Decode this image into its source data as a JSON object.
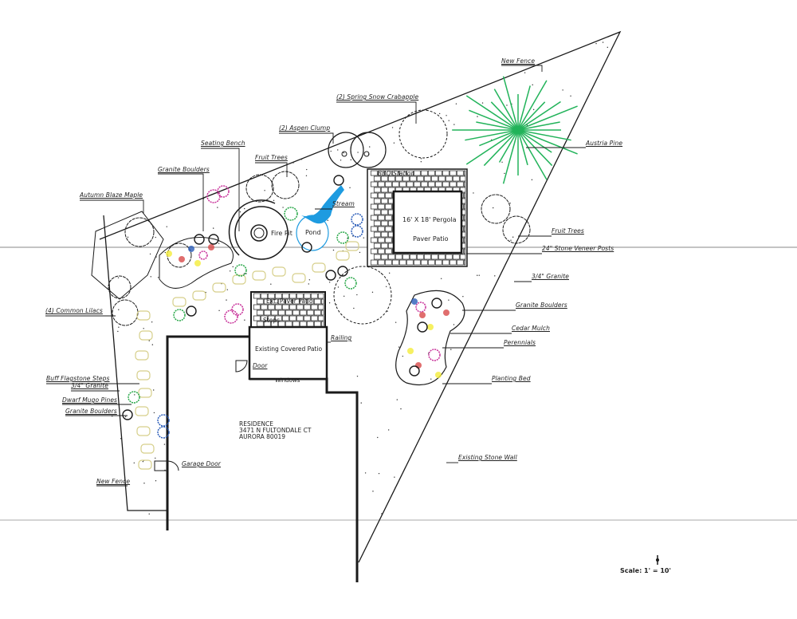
{
  "labels": {
    "new_fence_top": "New Fence",
    "crabapple": "(2) Spring Snow Crabapple",
    "aspen": "(2) Aspen Clump",
    "seating_bench": "Seating Bench",
    "fruit_trees_left": "Fruit Trees",
    "granite_boulders_top": "Granite Boulders",
    "autumn_maple": "Autumn Blaze Maple",
    "bbq": "BBQ Station",
    "stream": "Stream",
    "pergola": "16' X 18' Pergola",
    "paver_patio": "Paver Patio",
    "fire_pit": "Fire Pit",
    "pond": "Pond",
    "austria_pine": "Austria Pine",
    "fruit_trees_right": "Fruit Trees",
    "stone_posts": "24\" Stone Veneer Posts",
    "granite_right": "3/4\" Granite",
    "granite_boulders_right": "Granite Boulders",
    "cedar_mulch": "Cedar Mulch",
    "perennials": "Perennials",
    "planting_bed": "Planting Bed",
    "stone_wall": "Existing Stone Wall",
    "lilacs": "(4) Common Lilacs",
    "ext_paver_patio": "Ext. Paver Patio",
    "steps": "Steps",
    "railing": "Railing",
    "covered_patio": "Existing Covered Patio",
    "door": "Door",
    "windows": "Windows",
    "flagstone": "Buff Flagstone Steps",
    "granite_left": "3/4\" Granite",
    "mugo": "Dwarf Mugo Pines",
    "granite_boulders_left": "Granite Boulders",
    "garage_door": "Garage Door",
    "new_fence_bottom": "New Fence"
  },
  "residence": {
    "title": "RESIDENCE",
    "address": "3471 N FULTONDALE CT",
    "city": "AURORA 80019"
  },
  "scale": "Scale: 1' = 10'",
  "colors": {
    "line": "#1a1a1a",
    "pine": "#22b35a",
    "water": "#1e9be0",
    "magenta": "#c8329a",
    "blue": "#2a5cb8",
    "green": "#2aa84a",
    "flagstone": "#d6cf8a",
    "yellow": "#f4ec3a",
    "red": "#d84a4a"
  }
}
